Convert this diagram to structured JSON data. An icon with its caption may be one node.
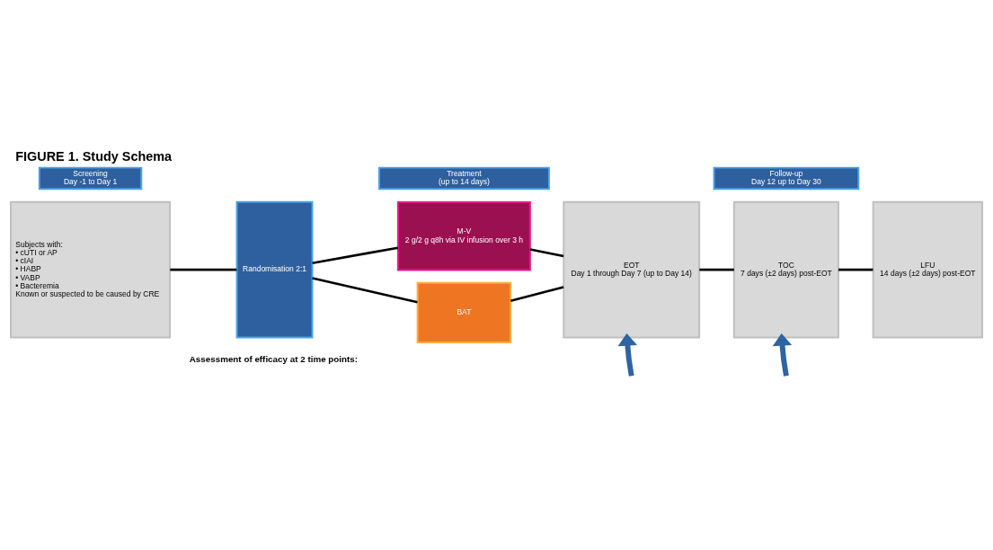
{
  "diagram": {
    "title": "FIGURE 1. Study Schema",
    "nodes": [
      {
        "text": [
          "Screening",
          "Day -1 to Day 1"
        ]
      },
      {
        "text": [
          "Treatment",
          "(up to 14 days)"
        ]
      },
      {
        "text": [
          "Follow-up",
          "Day 12 up to Day 30"
        ]
      },
      {
        "text": [
          "Subjects with:",
          "• cUTI or AP",
          "• cIAI",
          "• HABP",
          "• VABP",
          "• Bacteremia",
          "Known or suspected to be caused by CRE"
        ]
      },
      {
        "text": [
          "Randomisation 2:1"
        ]
      },
      {
        "text": [
          "M-V",
          "2 g/2 g q8h via IV infusion over 3 h"
        ]
      },
      {
        "text": [
          "BAT"
        ]
      },
      {
        "text": [
          "EOT",
          "Day 1 through Day 7 (up to Day 14)"
        ]
      },
      {
        "text": [
          "TOC",
          "7 days (±2 days) post-EOT"
        ]
      },
      {
        "text": [
          "LFU",
          "14 days (±2 days) post-EOT"
        ]
      }
    ],
    "edges": [
      {
        "from": 3,
        "to": 4,
        "arrow": "none"
      },
      {
        "from": 4,
        "to": 5,
        "arrow": "none"
      },
      {
        "from": 4,
        "to": 6,
        "arrow": "none"
      },
      {
        "from": 5,
        "to": 7,
        "arrow": "none"
      },
      {
        "from": 6,
        "to": 7,
        "arrow": "none"
      },
      {
        "from": 7,
        "to": 8,
        "arrow": "none"
      },
      {
        "from": 8,
        "to": 9,
        "arrow": "none"
      },
      {
        "from": null,
        "to": 7,
        "arrow": "to",
        "style": "thick",
        "color": "#2e63a4"
      },
      {
        "from": null,
        "to": 8,
        "arrow": "to",
        "style": "thick",
        "color": "#2e63a4"
      }
    ],
    "labels": [
      "Assessment of efficacy at 2 time points:"
    ]
  }
}
